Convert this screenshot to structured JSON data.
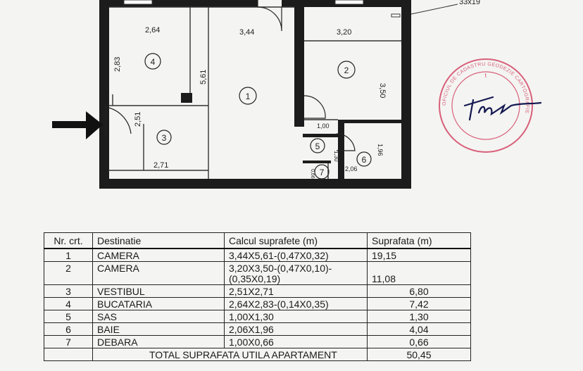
{
  "plan": {
    "top_right_label": "33x19",
    "dims": {
      "d264": "2,64",
      "d344": "3,44",
      "d320": "3,20",
      "d283": "2,83",
      "d561": "5,61",
      "d350": "3,50",
      "d251": "2,51",
      "d271": "2,71",
      "d100": "1,00",
      "d130": "1,30",
      "d196": "1,96",
      "d206": "2,06",
      "d066": "0,66"
    },
    "rooms": [
      "1",
      "2",
      "3",
      "4",
      "5",
      "6",
      "7"
    ]
  },
  "stamp": {
    "ring_text": "OFICIUL DE CADASTRU GEODEZIE CARTOGRAFIE",
    "center_text": "t"
  },
  "table": {
    "headers": [
      "Nr. crt.",
      "Destinatie",
      "Calcul suprafete (m)",
      "Suprafata (m)"
    ],
    "rows": [
      {
        "nr": "1",
        "dest": "CAMERA",
        "calc": "3,44X5,61-(0,47X0,32)",
        "calc2": "",
        "sup": "19,15"
      },
      {
        "nr": "2",
        "dest": "CAMERA",
        "calc": "3,20X3,50-(0,47X0,10)-",
        "calc2": "(0,35X0,19)",
        "sup": "11,08"
      },
      {
        "nr": "3",
        "dest": "VESTIBUL",
        "calc": "2,51X2,71",
        "calc2": "",
        "sup": "6,80"
      },
      {
        "nr": "4",
        "dest": "BUCATARIA",
        "calc": "2,64X2,83-(0,14X0,35)",
        "calc2": "",
        "sup": "7,42"
      },
      {
        "nr": "5",
        "dest": "SAS",
        "calc": "1,00X1,30",
        "calc2": "",
        "sup": "1,30"
      },
      {
        "nr": "6",
        "dest": "BAIE",
        "calc": "2,06X1,96",
        "calc2": "",
        "sup": "4,04"
      },
      {
        "nr": "7",
        "dest": "DEBARA",
        "calc": "1,00X0,66",
        "calc2": "",
        "sup": "0,66"
      }
    ],
    "total": {
      "label": "TOTAL SUPRAFATA UTILA APARTAMENT",
      "value": "50,45"
    }
  }
}
